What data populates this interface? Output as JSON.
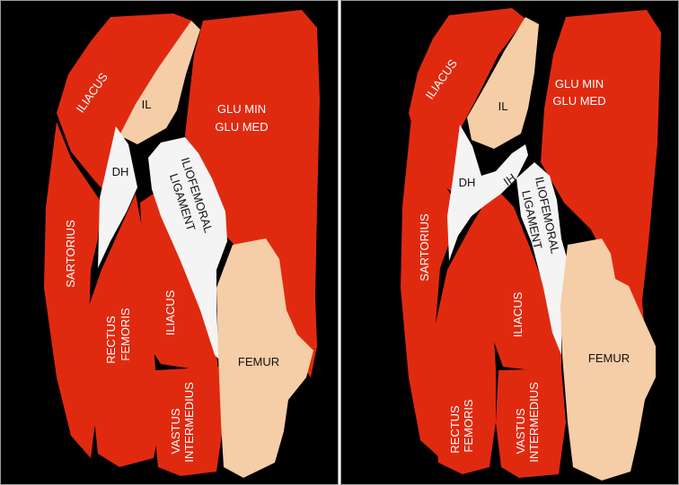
{
  "colors": {
    "muscle": "#e02a10",
    "bone": "#f5cda6",
    "ligament": "#f4f4f4",
    "background": "#000000",
    "divider": "#9a9a9a"
  },
  "left_panel": {
    "iliacus_top": "ILIACUS",
    "il": "IL",
    "glu_line1": "GLU MIN",
    "glu_line2": "GLU MED",
    "dh": "DH",
    "ligament_line1": "ILIOFEMORAL",
    "ligament_line2": "LIGAMENT",
    "sartorius": "SARTORIUS",
    "rectus_line1": "RECTUS",
    "rectus_line2": "FEMORIS",
    "iliacus_mid": "ILIACUS",
    "femur": "FEMUR",
    "vastus_line1": "VASTUS",
    "vastus_line2": "INTERMEDIUS"
  },
  "right_panel": {
    "iliacus_top": "ILIACUS",
    "il": "IL",
    "glu_line1": "GLU MIN",
    "glu_line2": "GLU MED",
    "dh": "DH",
    "ih": "IH",
    "ligament_line1": "ILIOFEMORAL",
    "ligament_line2": "LIGAMENT",
    "sartorius": "SARTORIUS",
    "iliacus_mid": "ILIACUS",
    "femur": "FEMUR",
    "rectus_line1": "RECTUS",
    "rectus_line2": "FEMORIS",
    "vastus_line1": "VASTUS",
    "vastus_line2": "INTERMEDIUS"
  }
}
